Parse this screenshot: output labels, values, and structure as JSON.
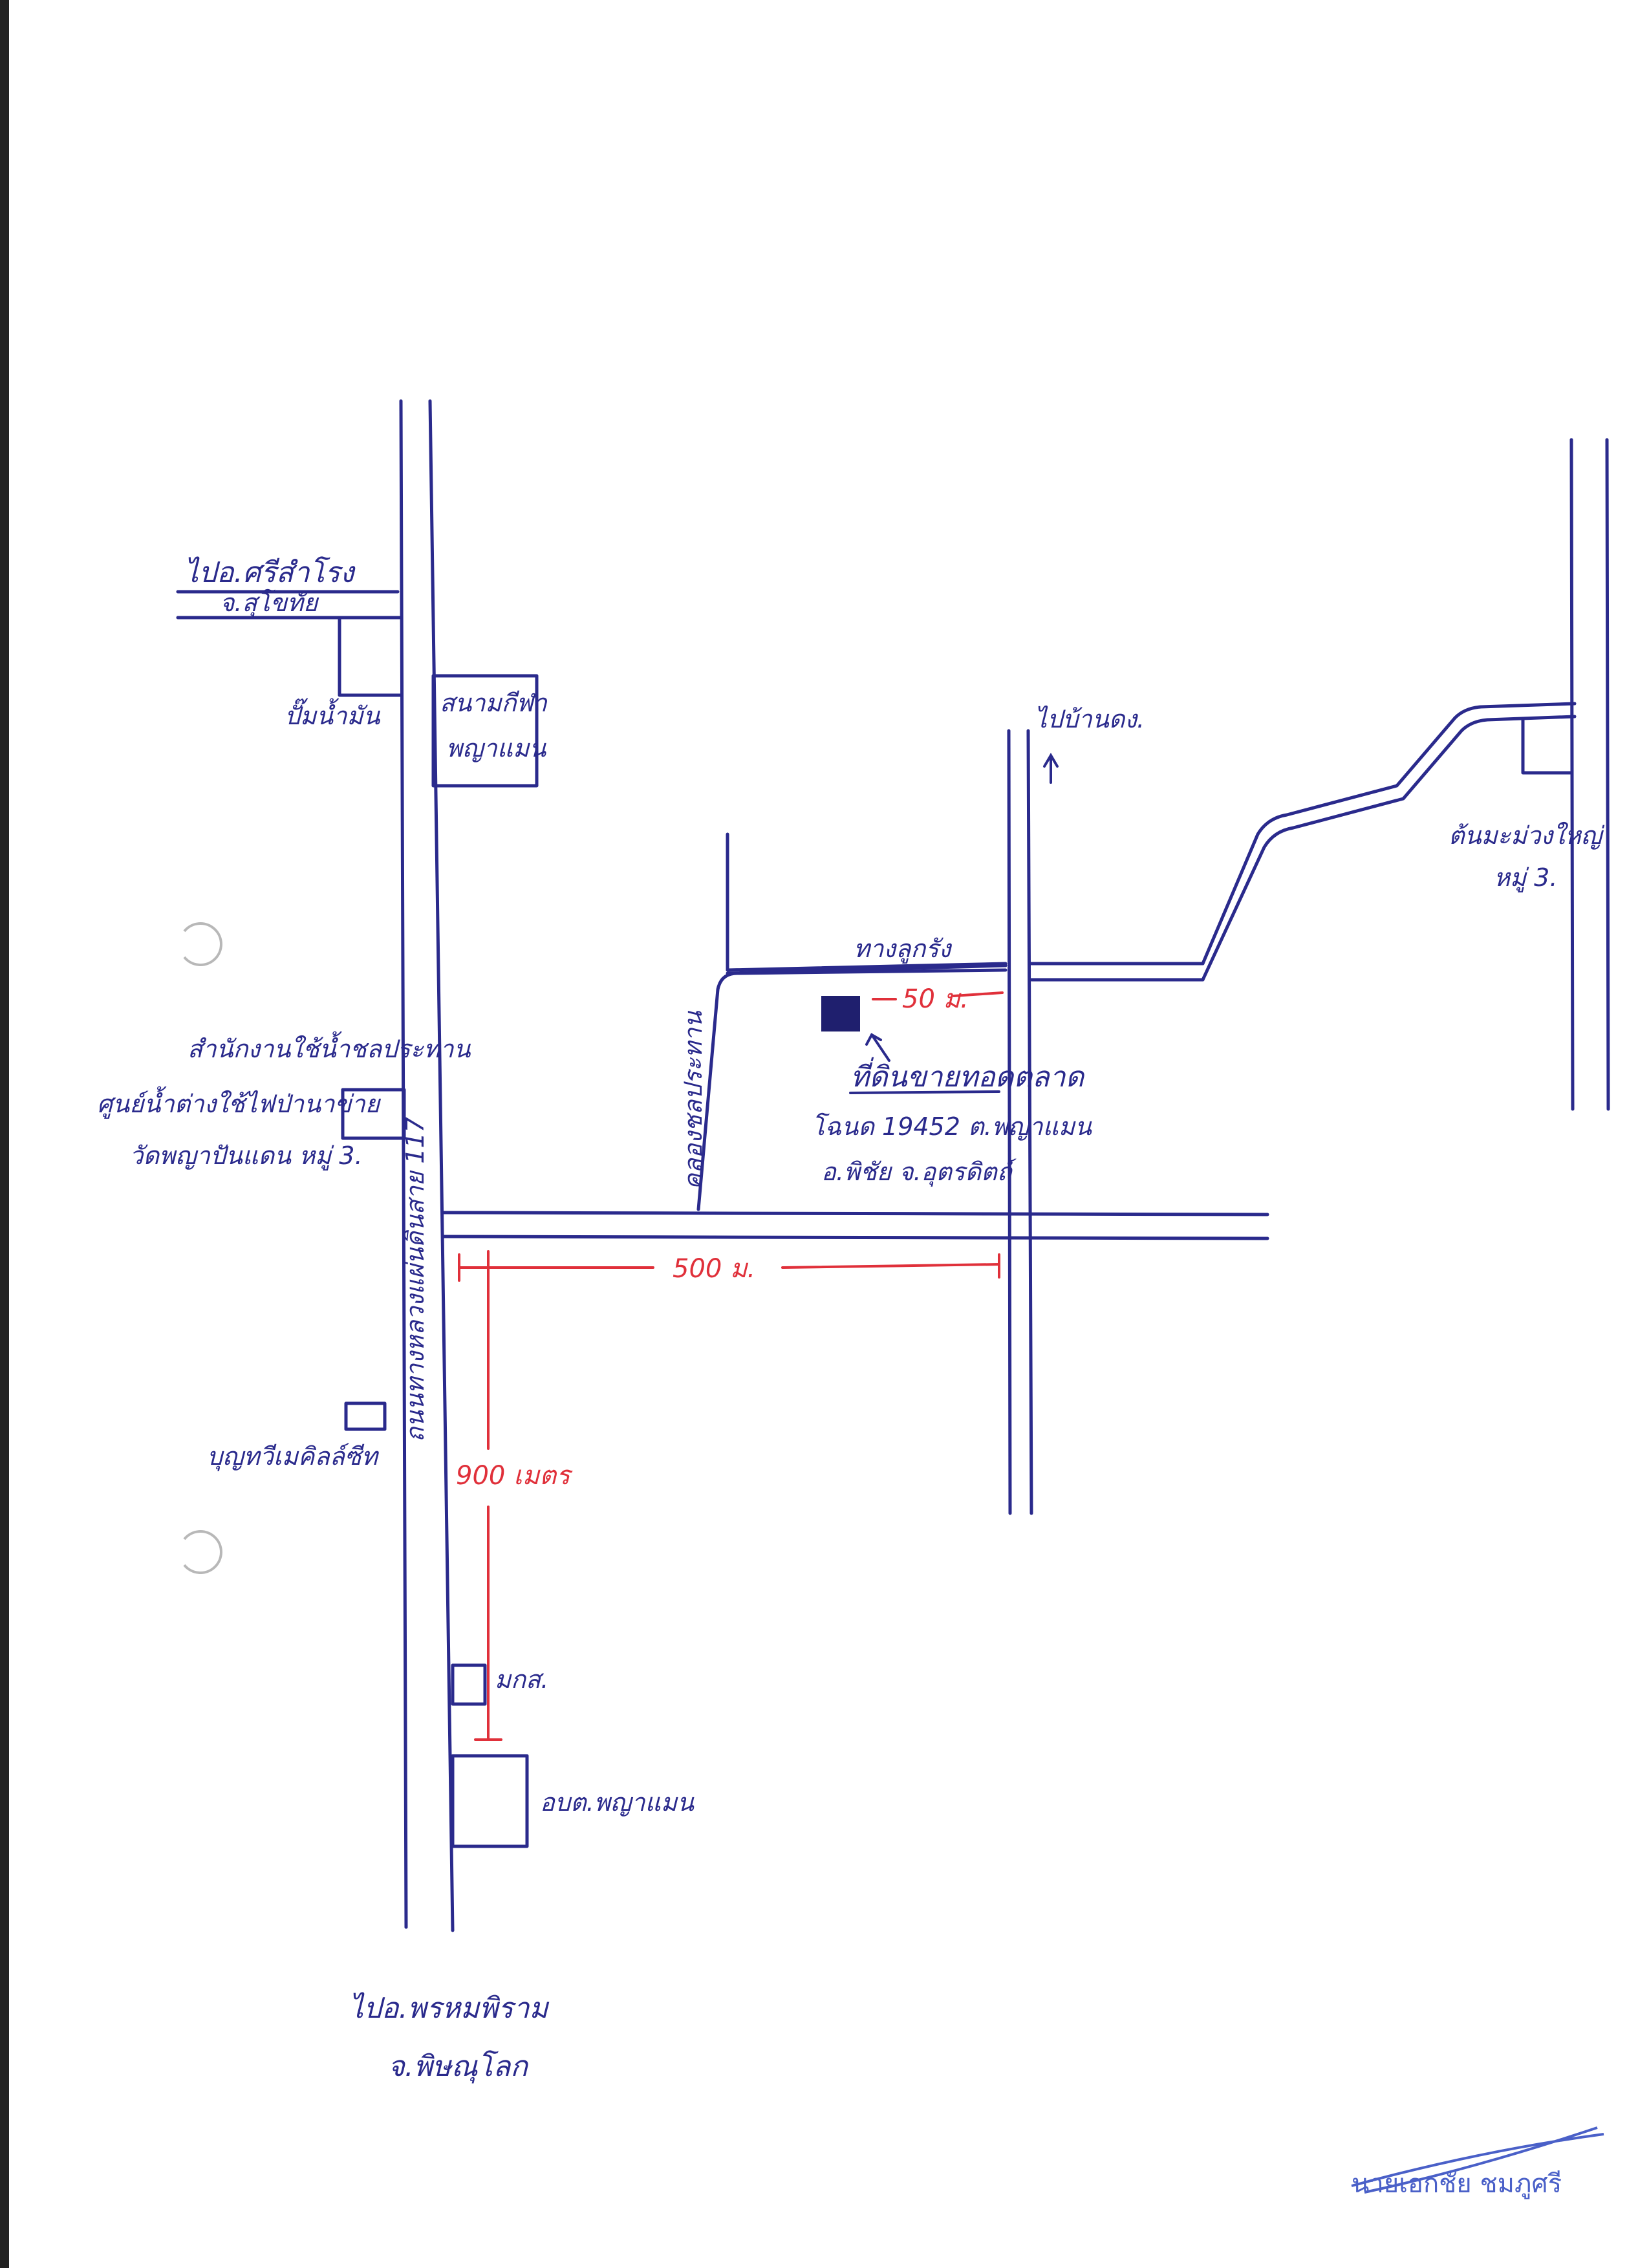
{
  "labels": {
    "to_sisamrong": "ไปอ.ศรีสำโรง",
    "sisamrong_province": "จ.สุโขทัย",
    "gas_station": "ปั๊มน้ำมัน",
    "sports_field": "สนามกีฬา",
    "sports_field_sub": "พญาแมน",
    "highway": "ถนนทางหลวงแผ่นดินสาย 117",
    "water_office_1": "สำนักงานใช้น้ำชลประทาน",
    "water_office_2": "ศูนย์น้ำต่างใช้ไฟป่านาข่าย",
    "temple": "วัดพญาปันแดน หมู่ 3.",
    "to_ban_dong": "ไปบ้านดง.",
    "big_tree": "ต้นมะม่วงใหญ่",
    "moo3_right": "หมู่ 3.",
    "irrigation_canal": "คลองชลประทาน",
    "land_label": "ที่ดินขายทอดตลาด",
    "deed": "โฉนด 19452 ต.พญาแมน",
    "district": "อ.พิชัย จ.อุตรดิตถ์",
    "canal_right": "ทางลูกรัง",
    "dist_50": "50 ม.",
    "dist_500": "500 ม.",
    "dist_900": "900 เมตร",
    "school": "บุญทวีเมคิลล์ซีท",
    "ksl": "มกส.",
    "tambon_office": "อบต.พญาแมน",
    "to_phrom_phiram": "ไปอ.พรหมพิราม",
    "phitsanulok": "จ.พิษณุโลก",
    "signature_name": "นายเอกชัย ชมภูศรี"
  },
  "colors": {
    "ink": "#2a2a8c",
    "red_ink": "#e0303a",
    "stamp": "#4a60c8"
  }
}
